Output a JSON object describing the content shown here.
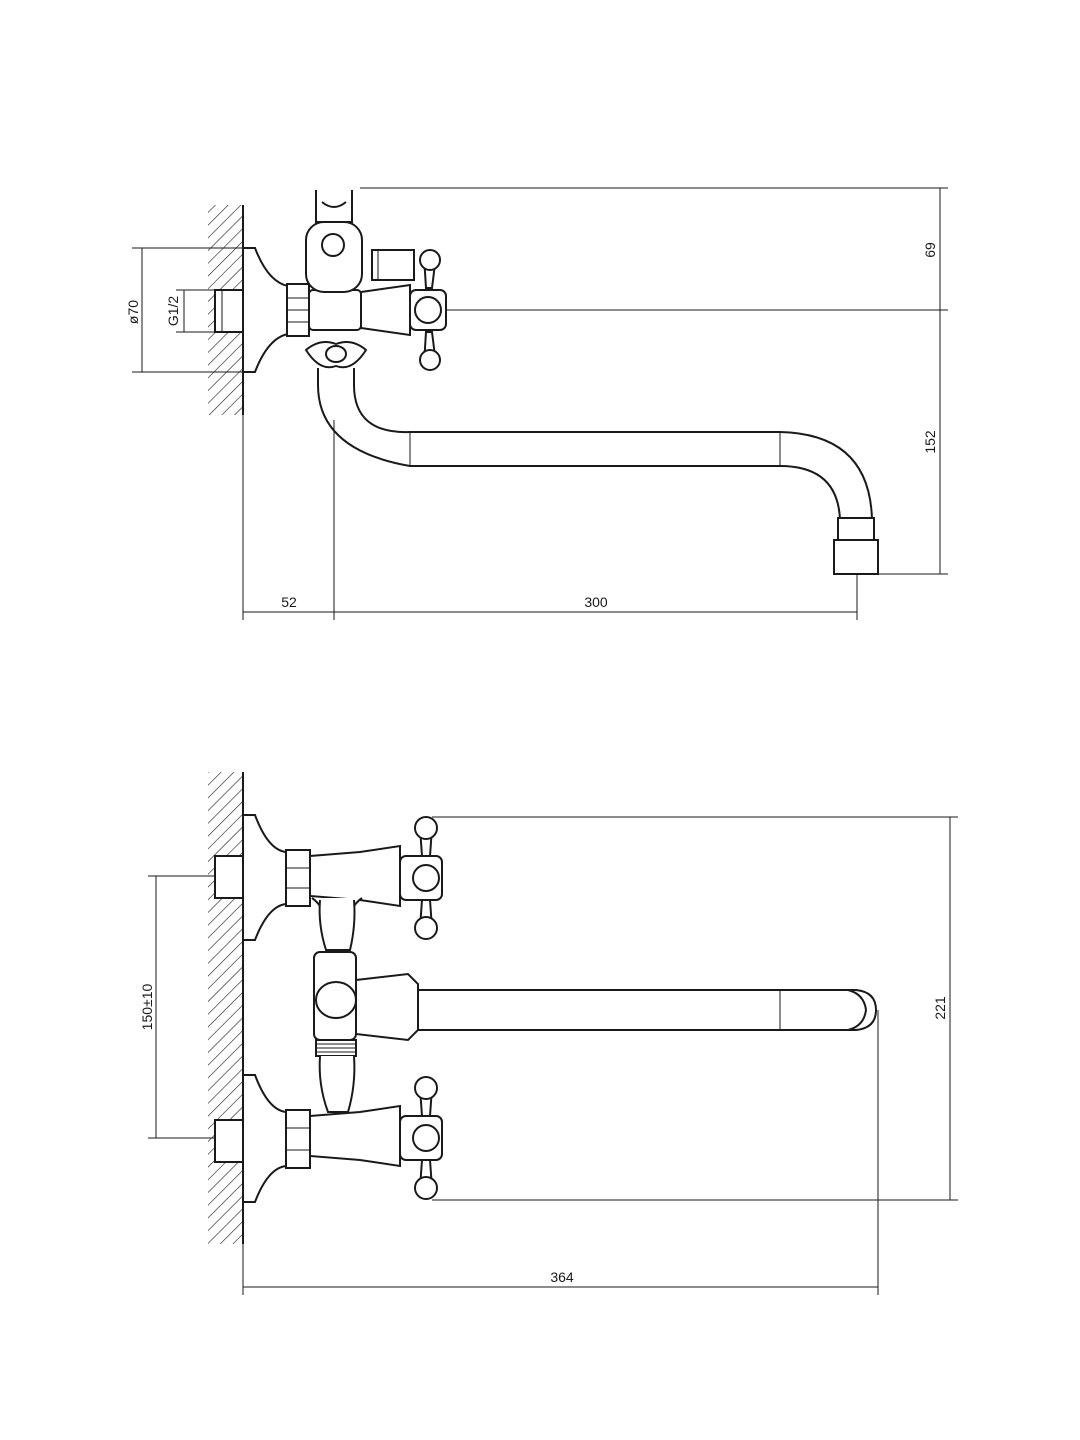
{
  "views": {
    "side_view": {
      "dimensions": {
        "diameter": "ø70",
        "thread": "G1/2",
        "height_top": "69",
        "height_spout": "152",
        "offset": "52",
        "spout_length": "300"
      }
    },
    "top_view": {
      "dimensions": {
        "center_distance": "150±10",
        "overall_height": "221",
        "overall_length": "364"
      }
    }
  }
}
